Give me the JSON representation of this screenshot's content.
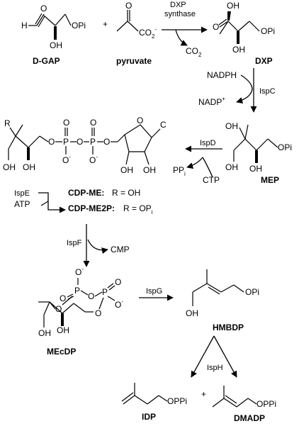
{
  "compounds": {
    "dgap": "D-GAP",
    "pyruvate": "pyruvate",
    "dxp": "DXP",
    "mep": "MEP",
    "cdp_me": "CDP-ME:",
    "cdp_me_r": "R = OH",
    "cdp_me2p": "CDP-ME2P:",
    "cdp_me2p_r": "R = OP",
    "mecdp": "MEcDP",
    "hmbdp": "HMBDP",
    "idp": "IDP",
    "dmadp": "DMADP"
  },
  "enzymes": {
    "dxp_synthase_1": "DXP",
    "dxp_synthase_2": "synthase",
    "ispc": "IspC",
    "ispd": "IspD",
    "ispe": "IspE",
    "ispf": "IspF",
    "ispg": "IspG",
    "isph": "IspH"
  },
  "cofactors": {
    "co2": "CO",
    "nadph": "NADPH",
    "nadp": "NADP",
    "ctp": "CTP",
    "ppi": "PP",
    "atp": "ATP",
    "cmp": "CMP"
  },
  "atoms": {
    "H": "H",
    "O": "O",
    "OH": "OH",
    "OPi": "OPi",
    "OPPi": "OPPi",
    "P": "P",
    "R": "R",
    "C": "C",
    "i": "i",
    "plus": "+",
    "minus": "-",
    "two": "2"
  }
}
